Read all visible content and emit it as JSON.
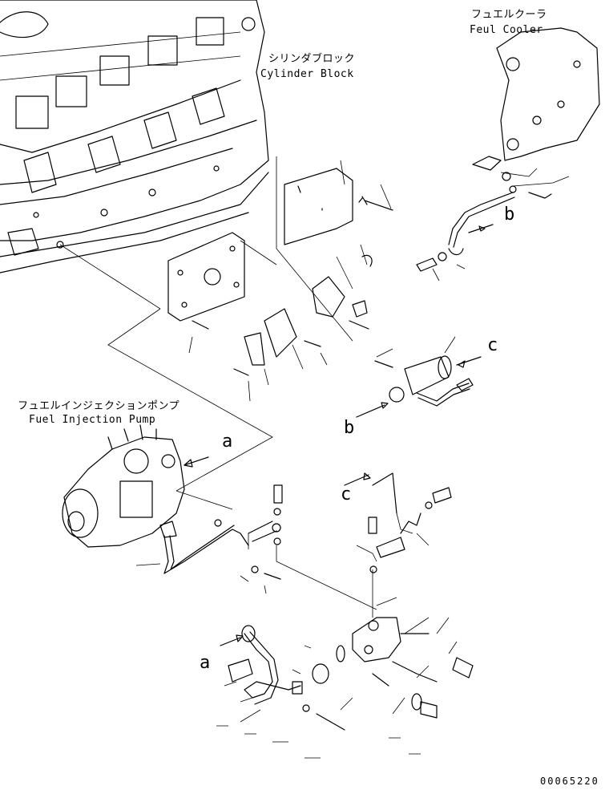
{
  "labels": {
    "feul_cooler_jp": "フュエルクーラ",
    "feul_cooler_en": "Feul Cooler",
    "cylinder_block_jp": "シリンダブロック",
    "cylinder_block_en": "Cylinder Block",
    "injection_pump_jp": "フュエルインジェクションポンプ",
    "injection_pump_en": "Fuel Injection Pump"
  },
  "callout_letters": {
    "a_top": "a",
    "a_bottom": "a",
    "b_top": "b",
    "b_bottom": "b",
    "c_top": "c",
    "c_bottom": "c"
  },
  "drawing_number": "00065220"
}
